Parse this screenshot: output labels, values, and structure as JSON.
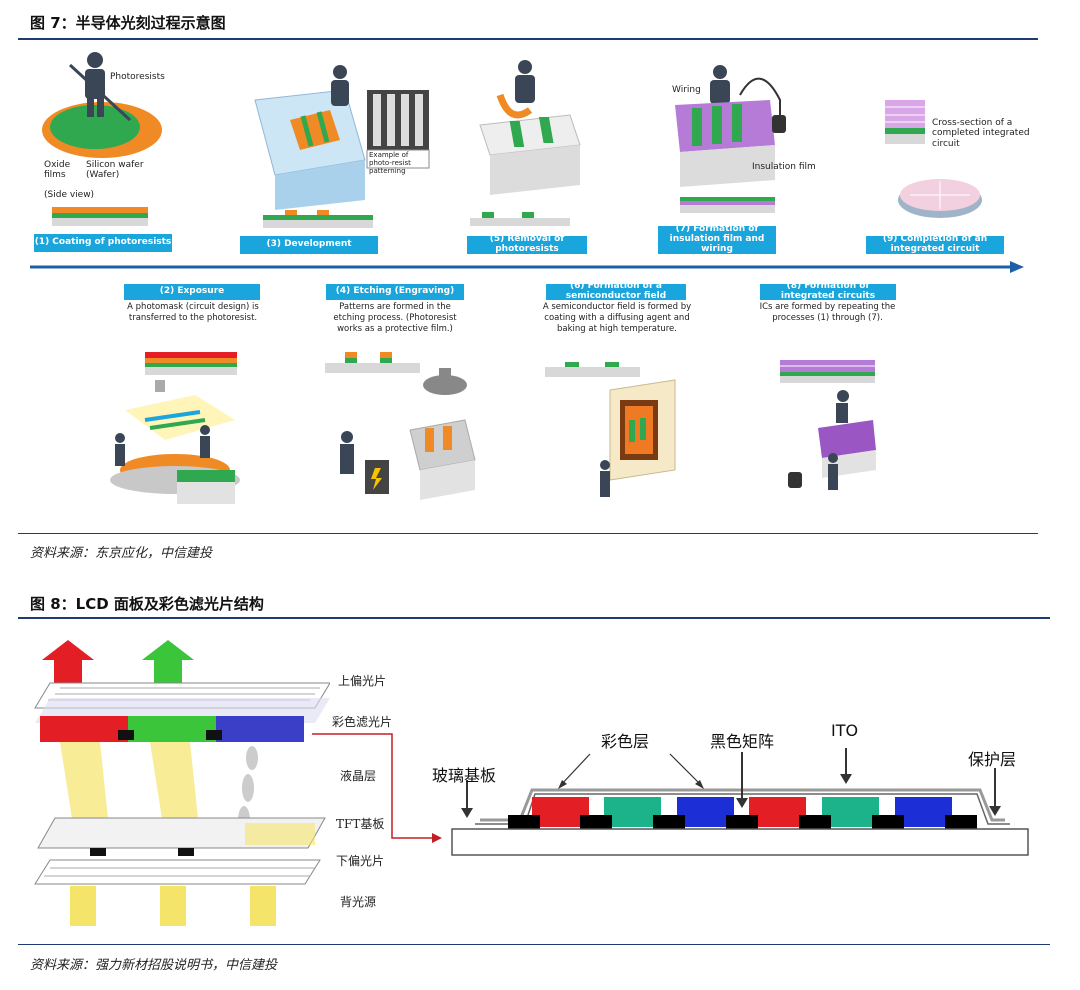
{
  "figure7": {
    "title": "图 7：半导体光刻过程示意图",
    "steps": [
      {
        "label": "(1) Coating of photoresists"
      },
      {
        "label": "(2) Exposure",
        "desc": "A photomask (circuit design) is transferred to the photoresist."
      },
      {
        "label": "(3) Development"
      },
      {
        "label": "(4) Etching (Engraving)",
        "desc": "Patterns are formed in the etching process. (Photoresist works as a protective film.)"
      },
      {
        "label": "(5) Removal of photoresists"
      },
      {
        "label": "(6) Formation of a semiconductor field",
        "desc": "A semiconductor field is formed by coating with a diffusing agent and baking at high temperature."
      },
      {
        "label": "(7) Formation of insulation film and wiring"
      },
      {
        "label": "(8) Formation of integrated circuits",
        "desc": "ICs are formed by repeating the processes (1) through (7)."
      },
      {
        "label": "(9) Completion of an integrated circuit"
      }
    ],
    "annotations": {
      "photoresists": "Photoresists",
      "oxide_films": "Oxide films",
      "silicon_wafer": "Silicon wafer (Wafer)",
      "side_view": "(Side view)",
      "example": "Example of photo-resist patterning",
      "wiring": "Wiring",
      "insulation": "Insulation film",
      "cross_section": "Cross-section of a completed integrated circuit"
    },
    "source": "资料来源：东京应化，中信建投"
  },
  "figure8": {
    "title": "图 8：LCD 面板及彩色滤光片结构",
    "lcd_layers": [
      "上偏光片",
      "彩色滤光片",
      "液晶层",
      "TFT基板",
      "下偏光片",
      "背光源"
    ],
    "structure_labels": {
      "color_layer": "彩色层",
      "black_matrix": "黑色矩阵",
      "ito": "ITO",
      "glass": "玻璃基板",
      "protect": "保护层"
    },
    "source": "资料来源：强力新材招股说明书，中信建投"
  },
  "colors": {
    "accent_blue": "#1aa6dd",
    "rule_navy": "#1f3b73",
    "orange": "#f08a24",
    "green": "#2fa84f",
    "red": "#e31e24",
    "teal": "#1db38a",
    "blue": "#1c2fd6"
  }
}
